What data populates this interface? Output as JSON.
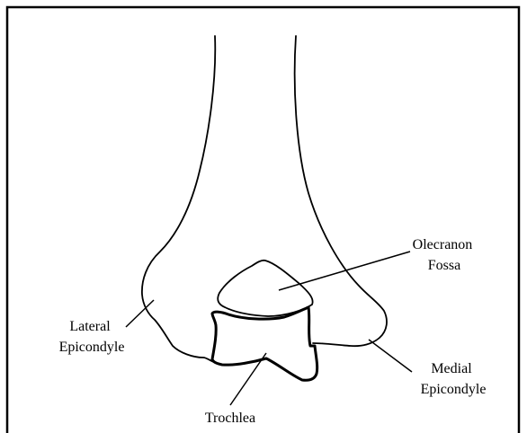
{
  "labels": {
    "olecranon_fossa": [
      "Olecranon",
      "Fossa"
    ],
    "lateral_epicondyle": [
      "Lateral",
      "Epicondyle"
    ],
    "medial_epicondyle": [
      "Medial",
      "Epicondyle"
    ],
    "trochlea": "Trochlea"
  },
  "colors": {
    "line": "#000000",
    "background": "#ffffff"
  }
}
